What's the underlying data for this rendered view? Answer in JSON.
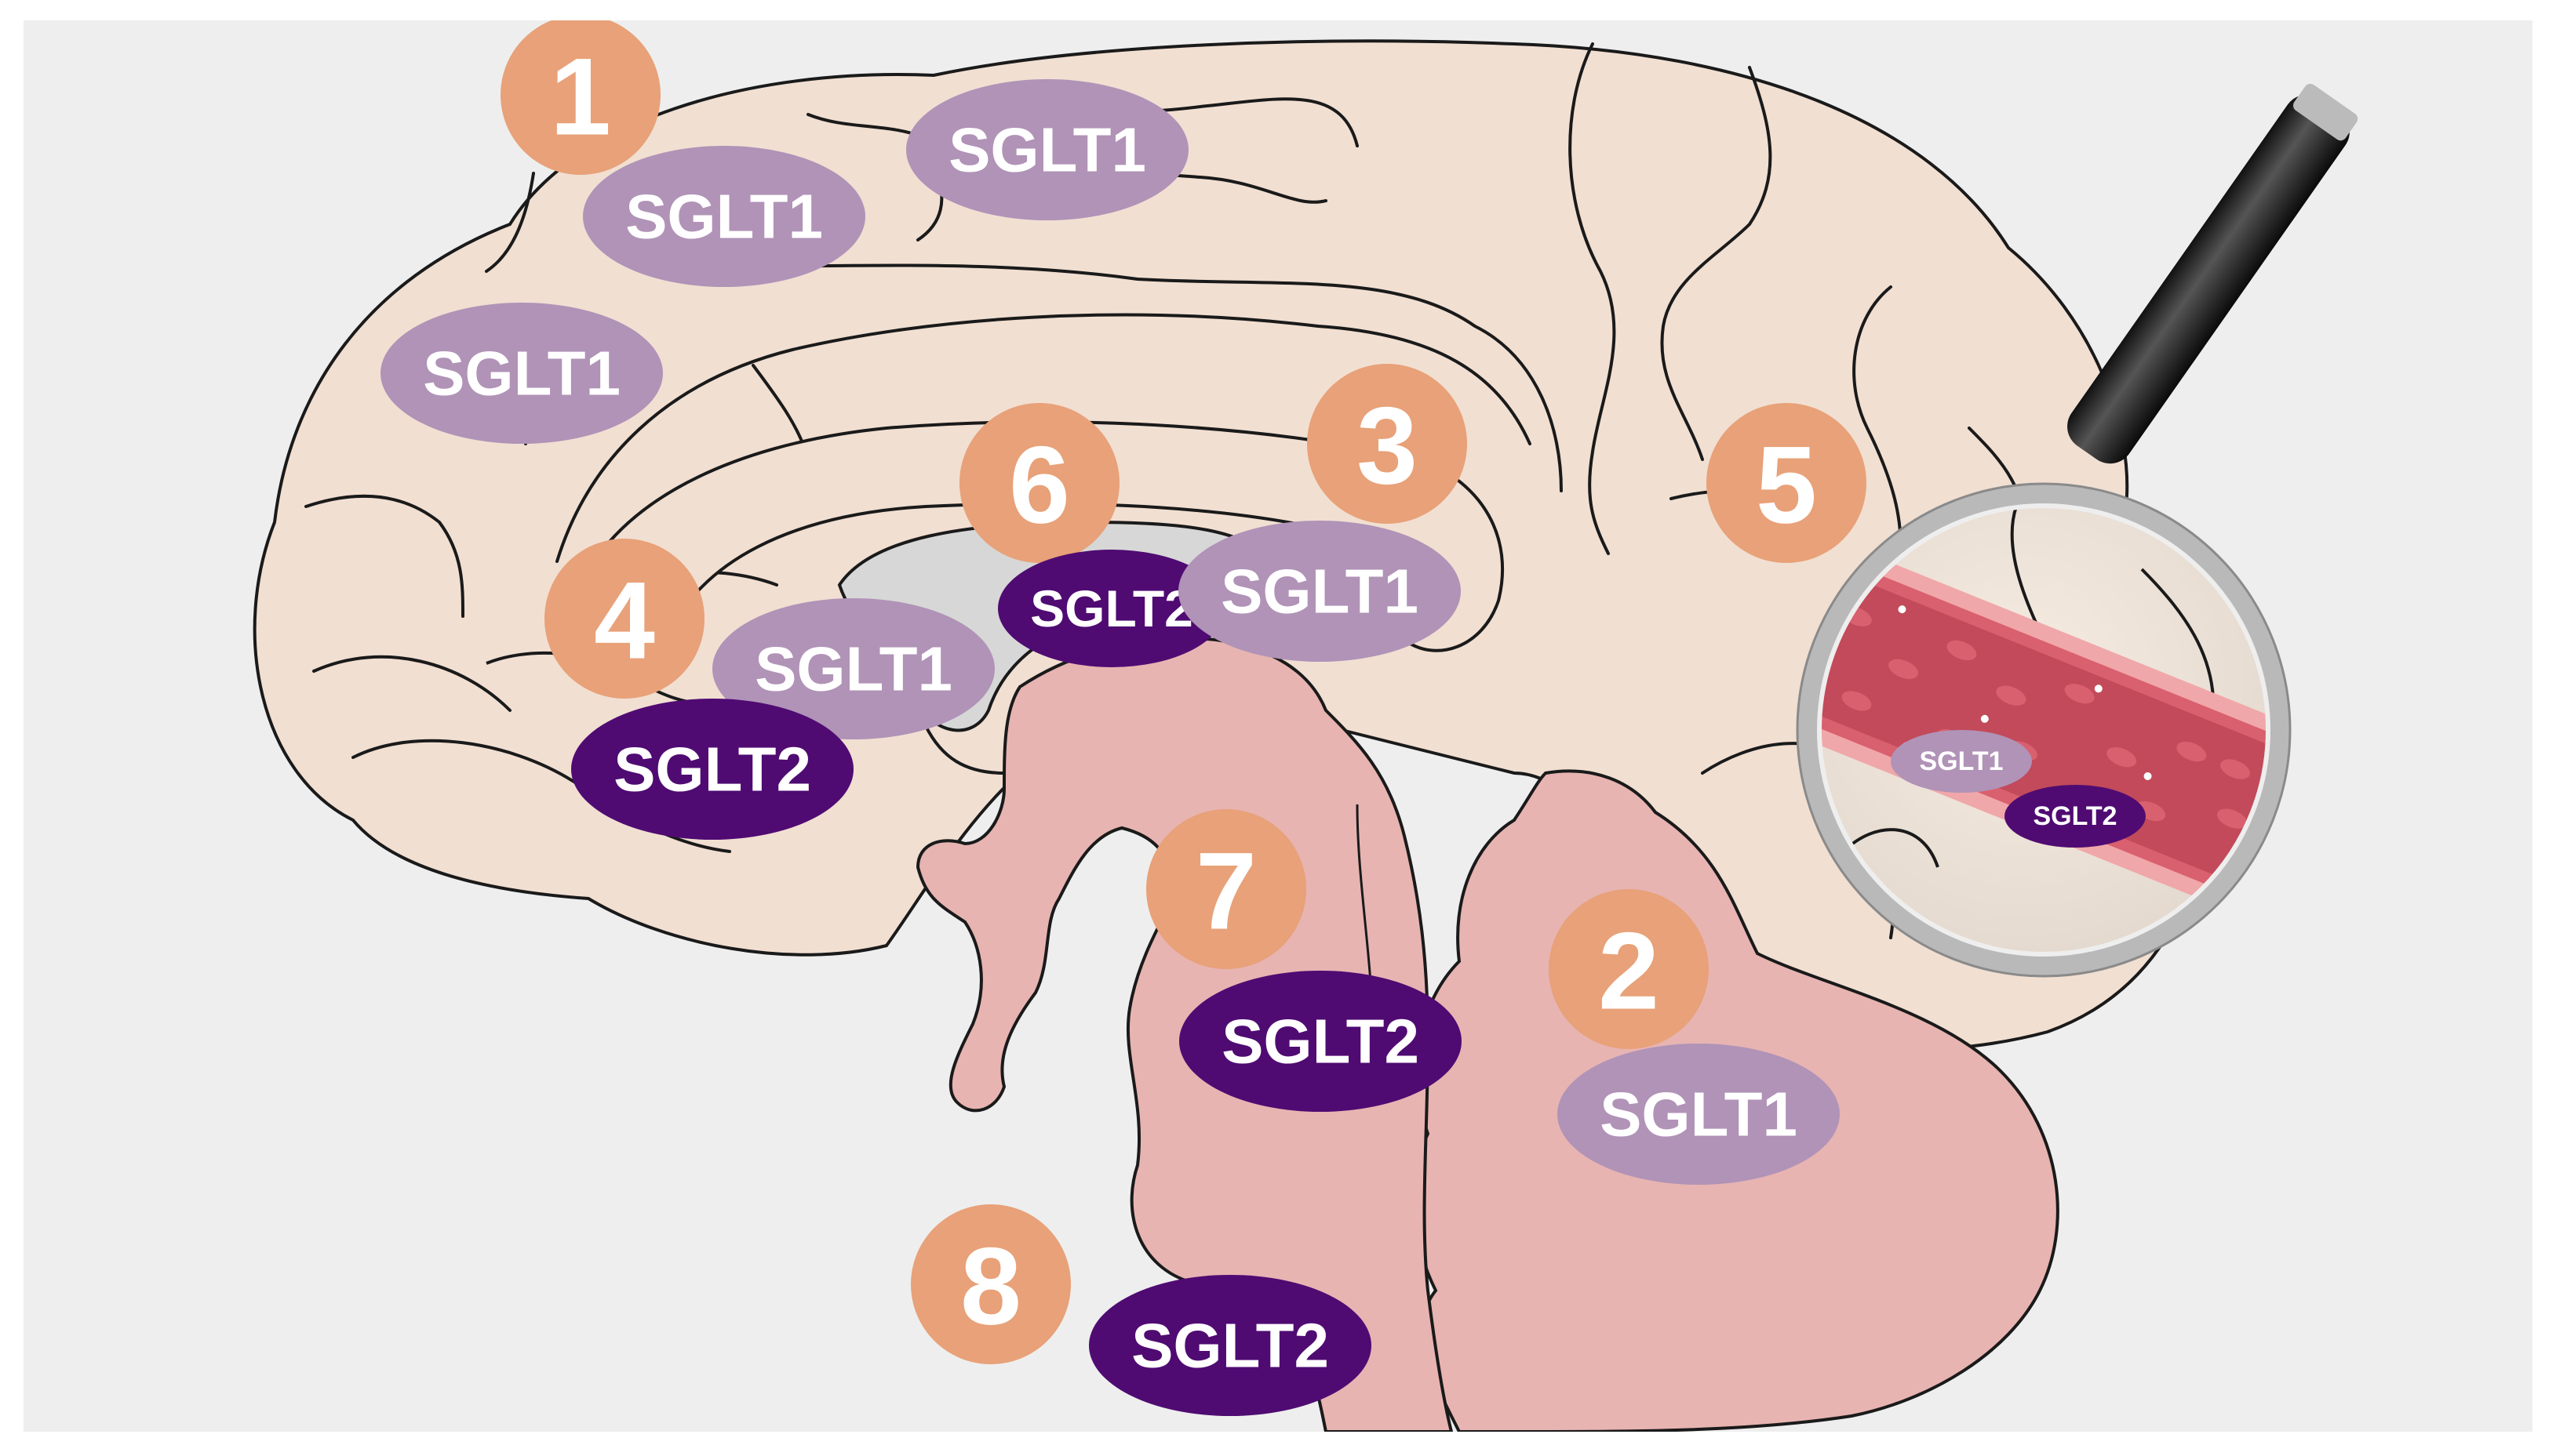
{
  "colors": {
    "background": "#eeeeee",
    "cortex": "#f1dfd2",
    "brainstem": "#e7b4b2",
    "ventricle": "#d7d7d7",
    "number_circle": "#e8a178",
    "sglt1": "#b093b7",
    "sglt2": "#4f0b72",
    "vessel": "#c24a5a",
    "outline": "#1a1a1a"
  },
  "regions": [
    {
      "number": "1",
      "labels": [
        "SGLT1",
        "SGLT1",
        "SGLT1"
      ]
    },
    {
      "number": "2",
      "labels": [
        "SGLT1"
      ]
    },
    {
      "number": "3",
      "labels": [
        "SGLT1"
      ]
    },
    {
      "number": "4",
      "labels": [
        "SGLT1",
        "SGLT2"
      ]
    },
    {
      "number": "5",
      "labels": []
    },
    {
      "number": "6",
      "labels": [
        "SGLT2"
      ]
    },
    {
      "number": "7",
      "labels": [
        "SGLT2"
      ]
    },
    {
      "number": "8",
      "labels": [
        "SGLT2"
      ]
    }
  ],
  "magnifier": {
    "icon": "magnifying-glass-icon",
    "labels": {
      "sglt1": "SGLT1",
      "sglt2": "SGLT2"
    }
  }
}
